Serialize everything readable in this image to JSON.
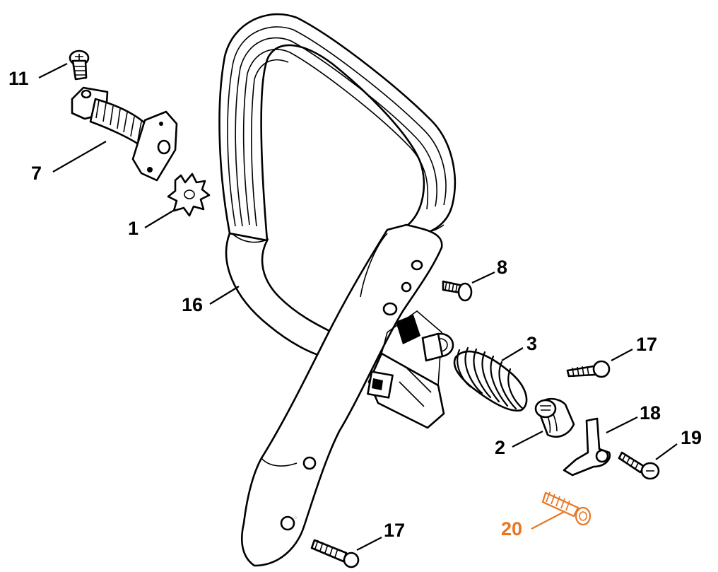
{
  "highlight_color": "#e87722",
  "line_color": "#000000",
  "callouts": [
    {
      "id": "11",
      "label": "11"
    },
    {
      "id": "7",
      "label": "7"
    },
    {
      "id": "1",
      "label": "1"
    },
    {
      "id": "16",
      "label": "16"
    },
    {
      "id": "8",
      "label": "8"
    },
    {
      "id": "3",
      "label": "3"
    },
    {
      "id": "17a",
      "label": "17"
    },
    {
      "id": "18",
      "label": "18"
    },
    {
      "id": "19",
      "label": "19"
    },
    {
      "id": "2",
      "label": "2"
    },
    {
      "id": "20",
      "label": "20",
      "highlighted": true
    },
    {
      "id": "17b",
      "label": "17"
    }
  ]
}
